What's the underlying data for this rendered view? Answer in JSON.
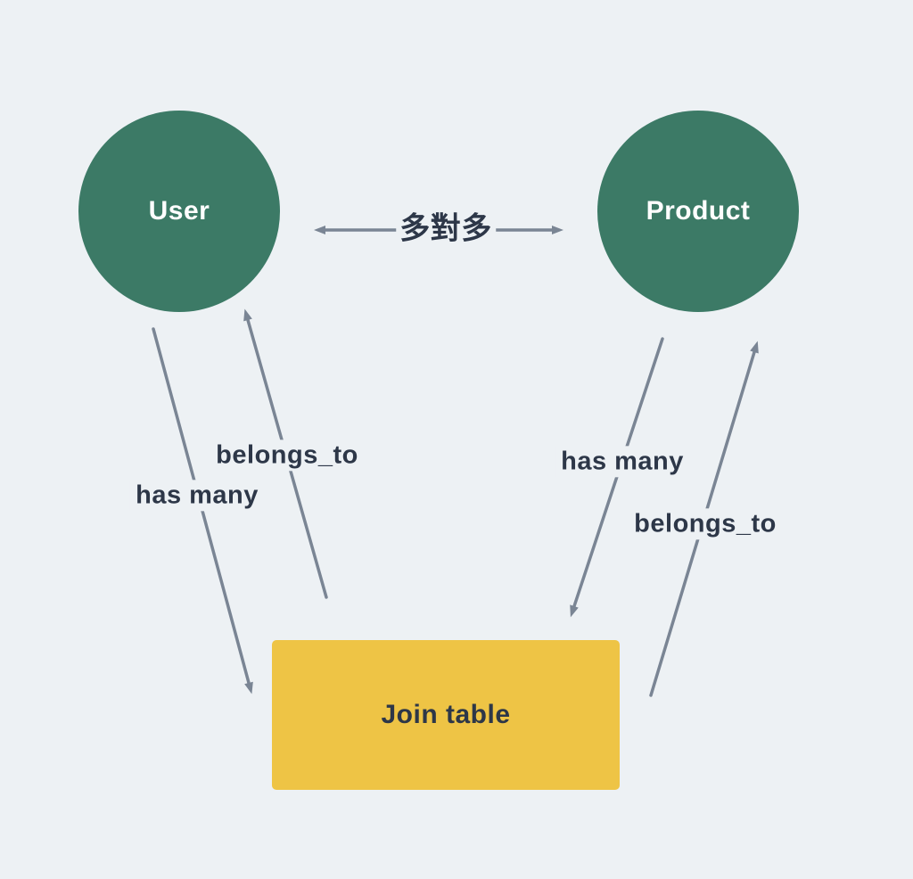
{
  "diagram": {
    "description": "many-to-many relationship diagram",
    "nodes": {
      "user": {
        "label": "User",
        "shape": "circle"
      },
      "product": {
        "label": "Product",
        "shape": "circle"
      },
      "join_table": {
        "label": "Join table",
        "shape": "rectangle"
      }
    },
    "edges": {
      "many_to_many": {
        "label": "多對多",
        "from": "User",
        "to": "Product",
        "style": "double-headed-arrow"
      },
      "user_has_many": {
        "label": "has many",
        "from": "User",
        "to": "Join table"
      },
      "join_belongs_to_user": {
        "label": "belongs_to",
        "from": "Join table",
        "to": "User"
      },
      "product_has_many": {
        "label": "has many",
        "from": "Product",
        "to": "Join table"
      },
      "join_belongs_to_product": {
        "label": "belongs_to",
        "from": "Join table",
        "to": "Product"
      }
    },
    "colors": {
      "background": "#edf1f4",
      "node_green": "#3c7a66",
      "join_table_yellow": "#eec445",
      "arrow_gray": "#7a8594",
      "label_text": "#2d3748",
      "node_text": "#ffffff"
    }
  }
}
